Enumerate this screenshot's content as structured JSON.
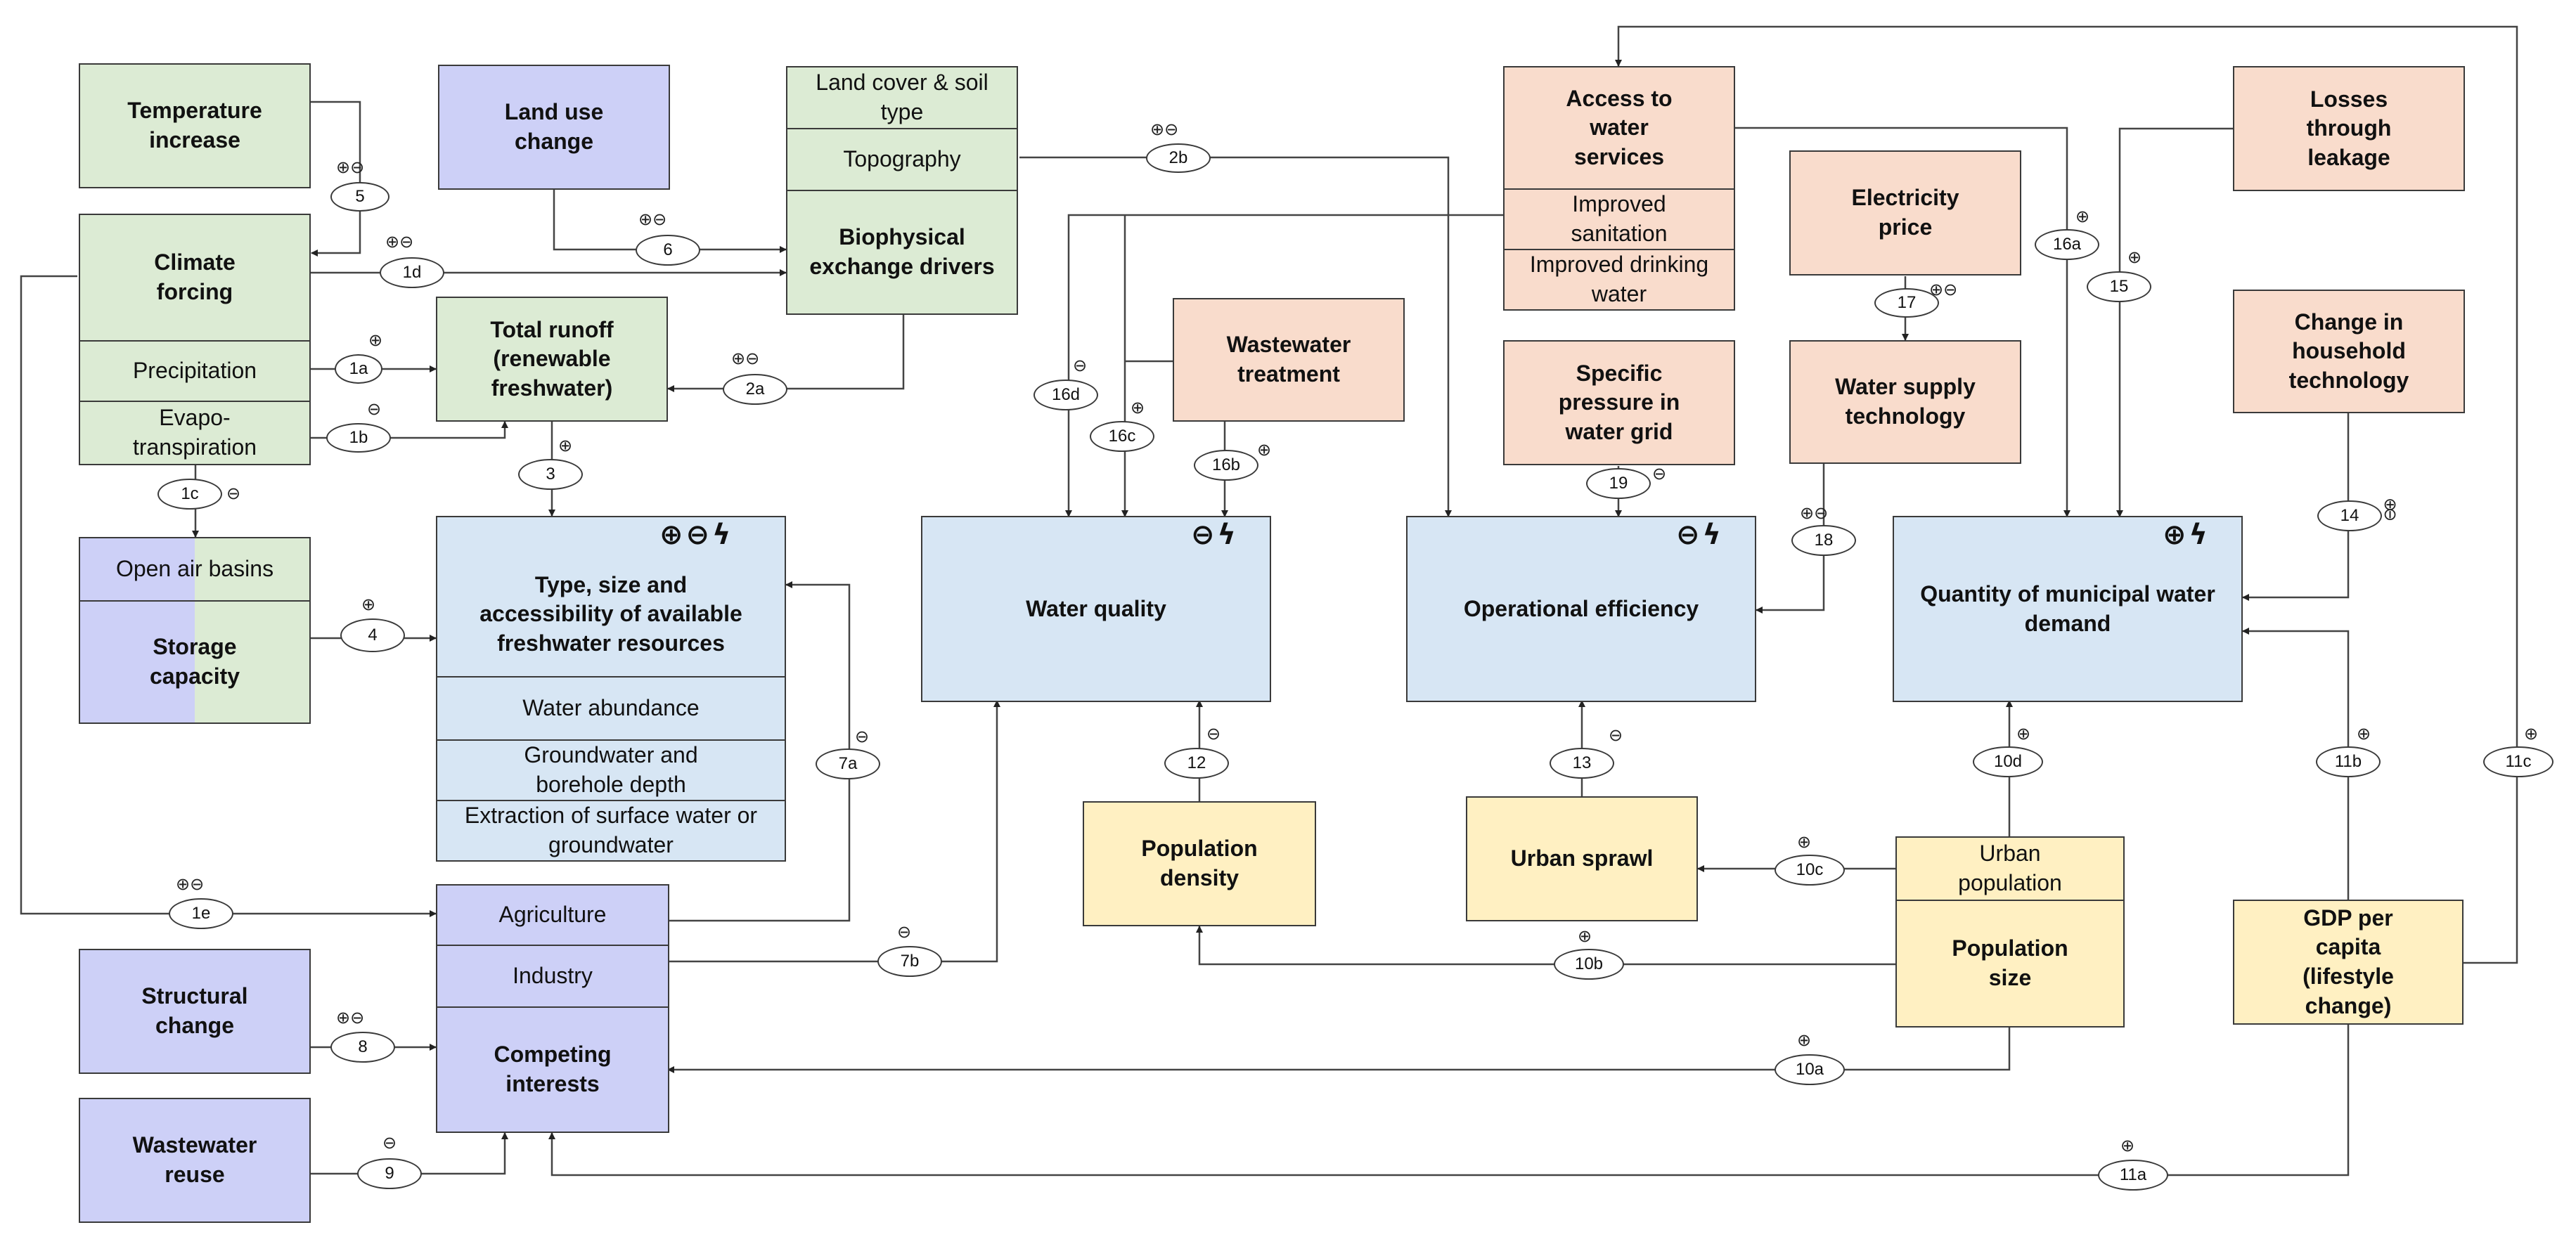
{
  "boxes": {
    "temperature_increase": "Temperature increase",
    "land_use_change": "Land use change",
    "land_cover": "Land cover & soil type",
    "topography": "Topography",
    "biophysical": "Biophysical exchange drivers",
    "access_water": "Access to water services",
    "improved_sanitation": "Improved sanitation",
    "improved_drinking": "Improved drinking water",
    "losses_leakage": "Losses through leakage",
    "electricity_price": "Electricity price",
    "climate_forcing": "Climate forcing",
    "precipitation": "Precipitation",
    "evapotranspiration": "Evapo-transpiration",
    "total_runoff": "Total runoff (renewable freshwater)",
    "wastewater_treatment": "Wastewater treatment",
    "specific_pressure": "Specific pressure in water grid",
    "water_supply_tech": "Water supply technology",
    "change_household": "Change in household technology",
    "open_air_basins": "Open air basins",
    "storage_capacity": "Storage capacity",
    "type_size": "Type, size and accessibility of available freshwater resources",
    "water_abundance": "Water abundance",
    "groundwater_depth": "Groundwater and borehole depth",
    "extraction": "Extraction of surface water or groundwater",
    "water_quality": "Water quality",
    "operational_efficiency": "Operational efficiency",
    "municipal_demand": "Quantity of municipal water demand",
    "population_density": "Population density",
    "urban_sprawl": "Urban sprawl",
    "urban_population": "Urban population",
    "population_size": "Population size",
    "gdp_per_capita": "GDP per capita (lifestyle change)",
    "agriculture": "Agriculture",
    "industry": "Industry",
    "competing_interests": "Competing interests",
    "structural_change": "Structural change",
    "wastewater_reuse": "Wastewater reuse"
  },
  "symbols": {
    "type_size": "⊕⊖ϟ",
    "water_quality": "⊖ϟ",
    "operational_efficiency": "⊖ϟ",
    "municipal_demand": "⊕ϟ"
  },
  "links": {
    "l5": {
      "id": "5",
      "sign": "⊕⊖"
    },
    "l6": {
      "id": "6",
      "sign": "⊕⊖"
    },
    "l2b": {
      "id": "2b",
      "sign": "⊕⊖"
    },
    "l1d": {
      "id": "1d",
      "sign": "⊕⊖"
    },
    "l2a": {
      "id": "2a",
      "sign": "⊕⊖"
    },
    "l1a": {
      "id": "1a",
      "sign": "⊕"
    },
    "l1b": {
      "id": "1b",
      "sign": "⊖"
    },
    "l1c": {
      "id": "1c",
      "sign": "⊖"
    },
    "l3": {
      "id": "3",
      "sign": "⊕"
    },
    "l4": {
      "id": "4",
      "sign": "⊕"
    },
    "l16a": {
      "id": "16a",
      "sign": "⊕"
    },
    "l15": {
      "id": "15",
      "sign": "⊕"
    },
    "l17": {
      "id": "17",
      "sign": "⊕⊖"
    },
    "l16d": {
      "id": "16d",
      "sign": "⊖"
    },
    "l16c": {
      "id": "16c",
      "sign": "⊕"
    },
    "l16b": {
      "id": "16b",
      "sign": "⊕"
    },
    "l19": {
      "id": "19",
      "sign": "⊖"
    },
    "l18": {
      "id": "18",
      "sign": "⊕⊖"
    },
    "l14": {
      "id": "14",
      "sign": "⊕⊖"
    },
    "l7a": {
      "id": "7a",
      "sign": "⊖"
    },
    "l12": {
      "id": "12",
      "sign": "⊖"
    },
    "l13": {
      "id": "13",
      "sign": "⊖"
    },
    "l10d": {
      "id": "10d",
      "sign": "⊕"
    },
    "l11b": {
      "id": "11b",
      "sign": "⊕"
    },
    "l11c": {
      "id": "11c",
      "sign": "⊕"
    },
    "l10c": {
      "id": "10c",
      "sign": "⊕"
    },
    "l1e": {
      "id": "1e",
      "sign": "⊕⊖"
    },
    "l7b": {
      "id": "7b",
      "sign": "⊖"
    },
    "l10b": {
      "id": "10b",
      "sign": "⊕"
    },
    "l8": {
      "id": "8",
      "sign": "⊕⊖"
    },
    "l10a": {
      "id": "10a",
      "sign": "⊕"
    },
    "l9": {
      "id": "9",
      "sign": "⊖"
    },
    "l11a": {
      "id": "11a",
      "sign": "⊕"
    }
  }
}
